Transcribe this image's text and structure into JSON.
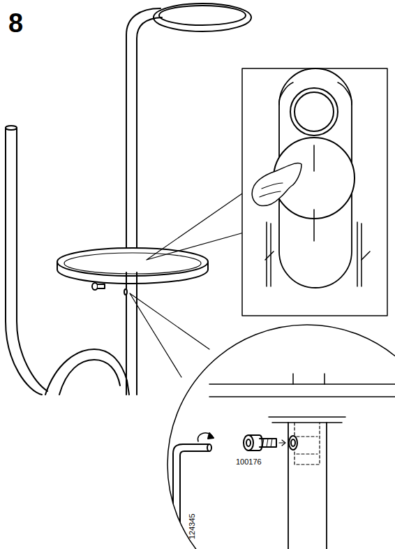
{
  "diagram": {
    "labels": [
      "8",
      "100176",
      "124345"
    ]
  }
}
